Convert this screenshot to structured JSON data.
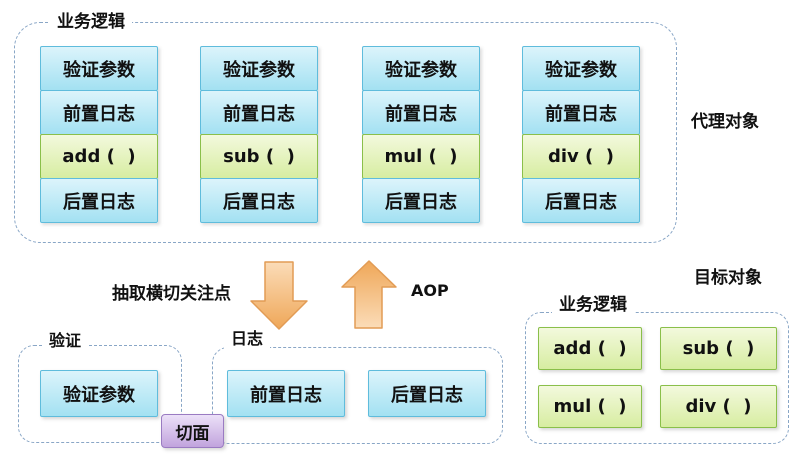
{
  "colors": {
    "dash_border": "#89a6c6",
    "blue_box_top": "#dcf4fb",
    "blue_box_bottom": "#a3e1f2",
    "blue_box_border": "#5fbcdc",
    "green_box_top": "#f3f9dd",
    "green_box_bottom": "#d7eda1",
    "green_box_border": "#8abf4a",
    "purple_box_top": "#ece1f8",
    "purple_box_bottom": "#c1a3dd",
    "purple_box_border": "#9a7bc2",
    "arrow_light": "#fbdcb8",
    "arrow_dark": "#efa758",
    "arrow_border": "#e29c55"
  },
  "proxy": {
    "label": "业务逻辑",
    "side_label": "代理对象",
    "columns": [
      {
        "rows": [
          "验证参数",
          "前置日志",
          "add (  )",
          "后置日志"
        ]
      },
      {
        "rows": [
          "验证参数",
          "前置日志",
          "sub (  )",
          "后置日志"
        ]
      },
      {
        "rows": [
          "验证参数",
          "前置日志",
          "mul (  )",
          "后置日志"
        ]
      },
      {
        "rows": [
          "验证参数",
          "前置日志",
          "div (  )",
          "后置日志"
        ]
      }
    ]
  },
  "flow": {
    "extract_label": "抽取横切关注点",
    "aop_label": "AOP"
  },
  "validation": {
    "label": "验证",
    "items": [
      "验证参数"
    ]
  },
  "logging": {
    "label": "日志",
    "items": [
      "前置日志",
      "后置日志"
    ]
  },
  "aspect": {
    "badge": "切面"
  },
  "target": {
    "side_label": "目标对象",
    "label": "业务逻辑",
    "items": [
      "add (  )",
      "sub (  )",
      "mul (  )",
      "div (  )"
    ]
  }
}
